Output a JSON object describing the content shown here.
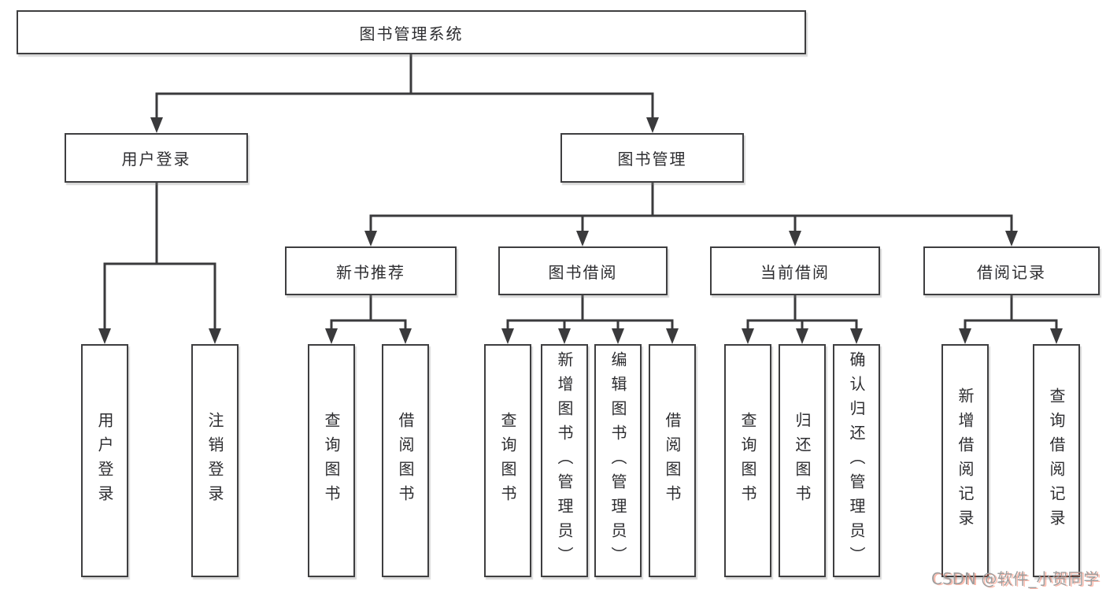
{
  "diagram": {
    "root": {
      "label": "图书管理系统",
      "children": [
        {
          "label": "用户登录",
          "children": [
            {
              "label": "用户登录"
            },
            {
              "label": "注销登录"
            }
          ]
        },
        {
          "label": "图书管理",
          "children": [
            {
              "label": "新书推荐",
              "children": [
                {
                  "label": "查询图书"
                },
                {
                  "label": "借阅图书"
                }
              ]
            },
            {
              "label": "图书借阅",
              "children": [
                {
                  "label": "查询图书"
                },
                {
                  "label": "新增图书（管理员）"
                },
                {
                  "label": "编辑图书（管理员）"
                },
                {
                  "label": "借阅图书"
                }
              ]
            },
            {
              "label": "当前借阅",
              "children": [
                {
                  "label": "查询图书"
                },
                {
                  "label": "归还图书"
                },
                {
                  "label": "确认归还（管理员）"
                }
              ]
            },
            {
              "label": "借阅记录",
              "children": [
                {
                  "label": "新增借阅记录"
                },
                {
                  "label": "查询借阅记录"
                }
              ]
            }
          ]
        }
      ]
    }
  },
  "watermark": {
    "text": "CSDN @软件_小贺同学"
  },
  "colors": {
    "line": "#3a3a3c",
    "box_border": "#3e3e40",
    "text": "#2d2d30",
    "background": "#ffffff",
    "watermark_gray": "#9e9e9e",
    "watermark_red": "#fc5531"
  }
}
